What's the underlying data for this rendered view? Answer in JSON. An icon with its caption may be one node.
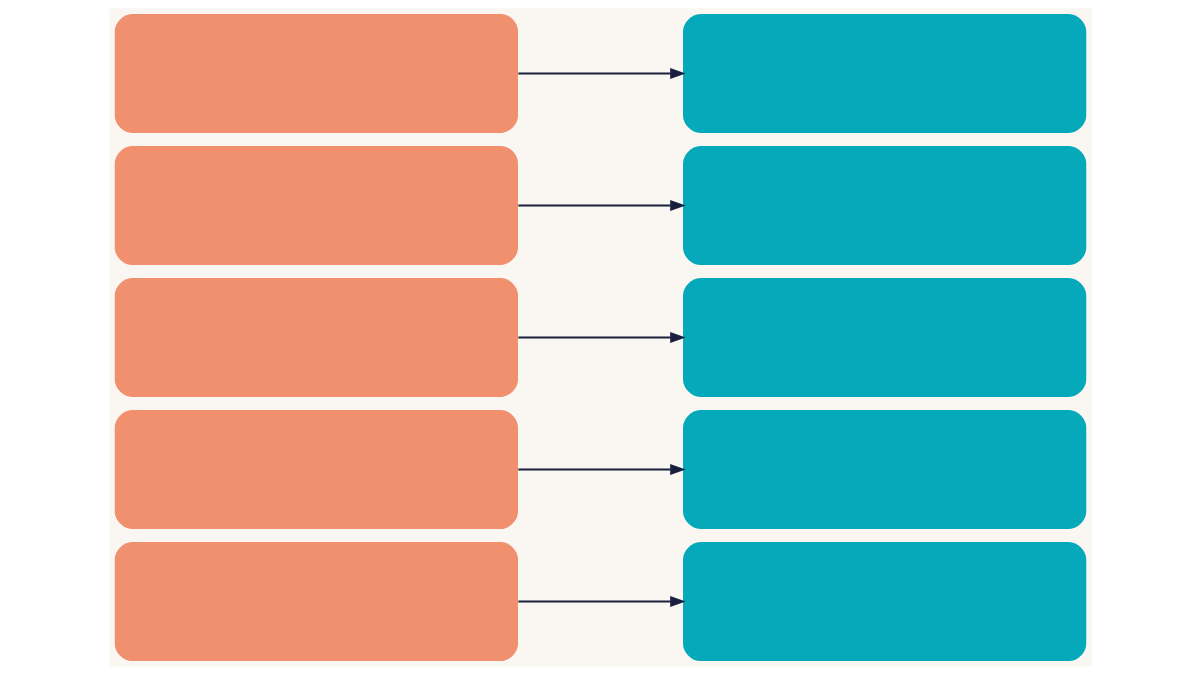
{
  "diagram": {
    "nodes": [
      {
        "text": [],
        "shape": "box"
      },
      {
        "text": [],
        "shape": "box"
      },
      {
        "text": [],
        "shape": "box"
      },
      {
        "text": [],
        "shape": "box"
      },
      {
        "text": [],
        "shape": "box"
      },
      {
        "text": [],
        "shape": "box"
      },
      {
        "text": [],
        "shape": "box"
      },
      {
        "text": [],
        "shape": "box"
      },
      {
        "text": [],
        "shape": "box"
      },
      {
        "text": [],
        "shape": "box"
      }
    ],
    "edges": [
      {
        "from": 0,
        "to": 1,
        "arrow": "to"
      },
      {
        "from": 2,
        "to": 3,
        "arrow": "to"
      },
      {
        "from": 4,
        "to": 5,
        "arrow": "to"
      },
      {
        "from": 6,
        "to": 7,
        "arrow": "to"
      },
      {
        "from": 8,
        "to": 9,
        "arrow": "to"
      }
    ]
  }
}
